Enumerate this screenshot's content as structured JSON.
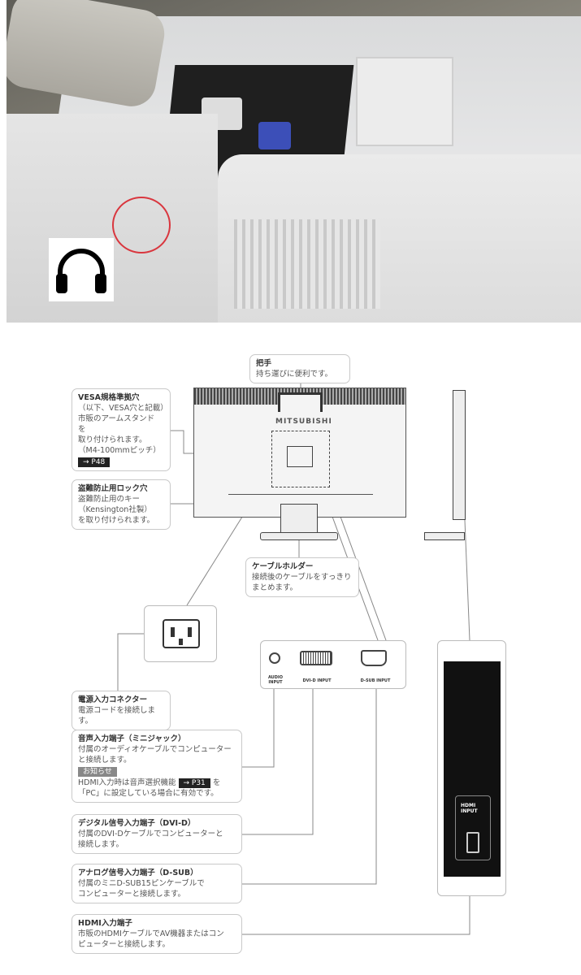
{
  "photo": {
    "icon": "headphones-icon",
    "highlight_color": "#d9363e"
  },
  "diagram": {
    "brand": "MITSUBISHI",
    "handle": {
      "title": "把手",
      "text": "持ち運びに便利です。"
    },
    "vesa": {
      "title": "VESA規格準拠穴",
      "lines": [
        "（以下、VESA穴と記載）",
        "市販のアームスタンド を",
        "取り付けられます。",
        "（M4-100mmピッチ）"
      ],
      "ref": "→ P48"
    },
    "lock": {
      "title": "盗難防止用ロック穴",
      "lines": [
        "盗難防止用のキー",
        "（Kensington社製）",
        "を取り付けられます。"
      ]
    },
    "cable_holder": {
      "title": "ケーブルホルダー",
      "lines": [
        "接続後のケーブルをすっきり",
        "まとめます。"
      ]
    },
    "ports": {
      "audio": "AUDIO INPUT",
      "dvi": "DVI-D INPUT",
      "dsub": "D-SUB INPUT",
      "hdmi": "HDMI INPUT"
    },
    "power": {
      "title": "電源入力コネクター",
      "text": "電源コードを接続します。"
    },
    "audio": {
      "title": "音声入力端子（ミニジャック）",
      "lines": [
        "付属のオーディオケーブルでコンピューター",
        "と接続します。"
      ],
      "notice": "お知らせ",
      "note1": "HDMI入力時は音声選択機能",
      "ref": "→ P31",
      "note1_end": "を",
      "note2": "「PC」に設定している場合に有効です。"
    },
    "dvi": {
      "title": "デジタル信号入力端子（DVI-D）",
      "lines": [
        "付属のDVI-Dケーブルでコンピューターと",
        "接続します。"
      ]
    },
    "dsub": {
      "title": "アナログ信号入力端子（D-SUB）",
      "lines": [
        "付属のミニD-SUB15ピンケーブルで",
        "コンピューターと接続します。"
      ]
    },
    "hdmi": {
      "title": "HDMI入力端子",
      "lines": [
        "市販のHDMIケーブルでAV機器またはコン",
        "ピューターと接続します。"
      ]
    }
  }
}
